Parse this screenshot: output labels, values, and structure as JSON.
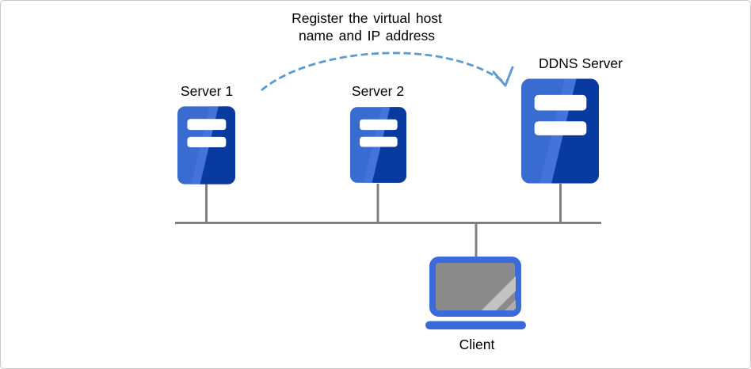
{
  "annotation": {
    "line1": "Register the virtual host",
    "line2": "name and IP address"
  },
  "nodes": {
    "server1": {
      "label": "Server 1"
    },
    "server2": {
      "label": "Server 2"
    },
    "ddns": {
      "label": "DDNS Server"
    },
    "client": {
      "label": "Client"
    }
  },
  "icons": {
    "server1": "server-icon",
    "server2": "server-icon",
    "ddns": "server-icon",
    "client": "laptop-icon",
    "arrow": "dashed-curved-arrow"
  },
  "colors": {
    "server_light": "#3A6BD0",
    "server_sheen": "#4474DB",
    "server_dark": "#083A9F",
    "slot_white": "#FFFFFF",
    "line_gray": "#7F7F7F",
    "arrow_blue": "#5B9BD5",
    "laptop_blue": "#3A6BD8",
    "screen_gray": "#8A8A8A",
    "stripe_light": "#C2C2C2",
    "stripe_mid": "#ADADAD",
    "border_gray": "#C9C9C9",
    "text_black": "#000000"
  }
}
